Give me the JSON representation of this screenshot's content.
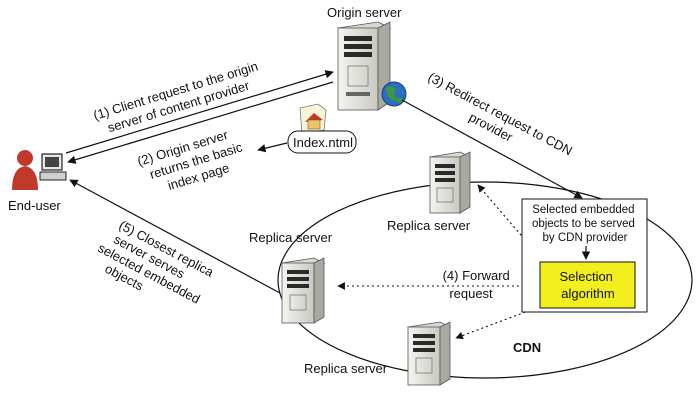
{
  "labels": {
    "origin_server": "Origin server",
    "end_user": "End-user",
    "replica_top": "Replica server",
    "replica_left": "Replica server",
    "replica_bottom": "Replica server",
    "cdn": "CDN",
    "index_file": "Index.ntml"
  },
  "steps": {
    "step1": [
      "(1) Client request to the origin",
      "server of content provider"
    ],
    "step2": [
      "(2) Origin server",
      "returns the basic",
      "index page"
    ],
    "step3": [
      "(3) Redirect request to CDN",
      "provider"
    ],
    "step4": [
      "(4) Forward",
      "request"
    ],
    "step5": [
      "(5) Closest replica",
      "server serves",
      "selected embedded",
      "objects"
    ]
  },
  "selected_box": [
    "Selected embedded",
    "objects to be served",
    "by CDN provider"
  ],
  "selection_algorithm": [
    "Selection",
    "algorithm"
  ],
  "colors": {
    "selection_fill": "#f3ef1e",
    "server_body": "#e8e8e2",
    "server_dark": "#2a2a2a",
    "user_red": "#c0392b",
    "globe_blue": "#2a6fbf",
    "globe_green": "#3a9a3a"
  }
}
